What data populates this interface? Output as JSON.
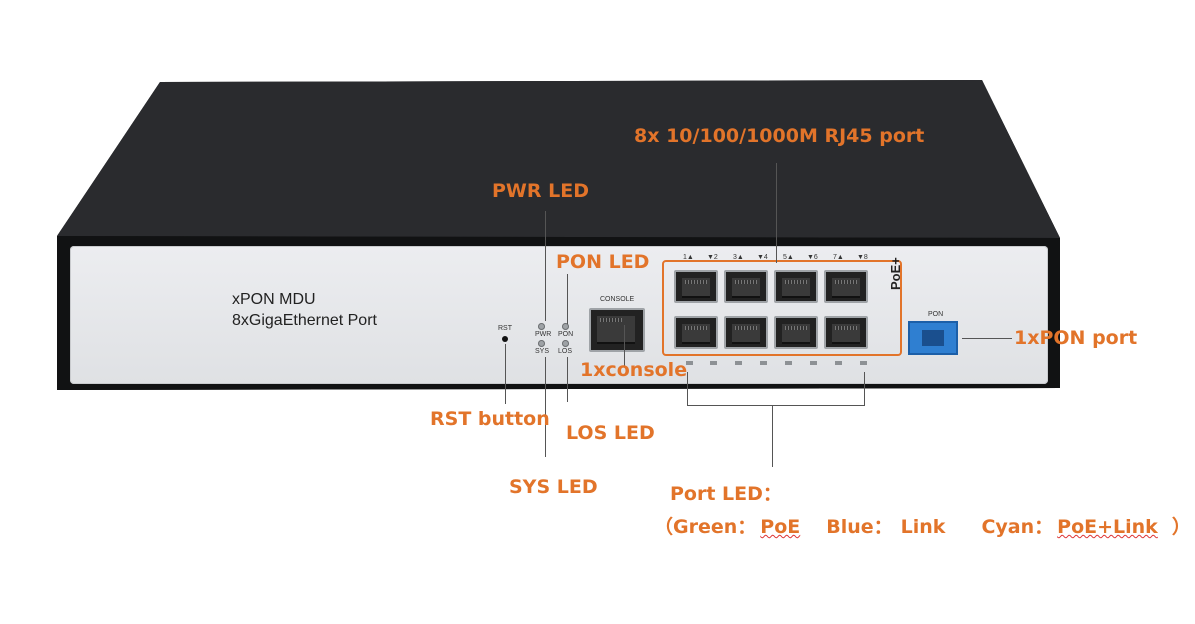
{
  "device": {
    "model_line1": "xPON MDU",
    "model_line2": "8xGigaEthernet Port",
    "rst_label": "RST",
    "led_labels": {
      "pwr": "PWR",
      "pon": "PON",
      "sys": "SYS",
      "los": "LOS"
    },
    "console_label": "CONSOLE",
    "pon_port_label": "PON",
    "poe_label": "PoE+",
    "port_numbers": [
      "1▲",
      "▼2",
      "3▲",
      "▼4",
      "5▲",
      "▼6",
      "7▲",
      "▼8"
    ]
  },
  "annotations": {
    "rj45": "8x 10/100/1000M RJ45 port",
    "pwr_led": "PWR LED",
    "pon_led": "PON LED",
    "pon_port": "1xPON port",
    "console": "1xconsole",
    "rst": "RST button",
    "los_led": "LOS LED",
    "sys_led": "SYS LED",
    "port_led": "Port LED："
  },
  "legend": {
    "open": "（Green：",
    "green_value": "PoE",
    "blue": "Blue：",
    "blue_value": "Link",
    "cyan": "Cyan：",
    "cyan_value": "PoE+Link",
    "close": "）"
  },
  "colors": {
    "annotation": "#e2742a",
    "chassis": "#1e1f21",
    "pon_port": "#2f7fd1"
  }
}
